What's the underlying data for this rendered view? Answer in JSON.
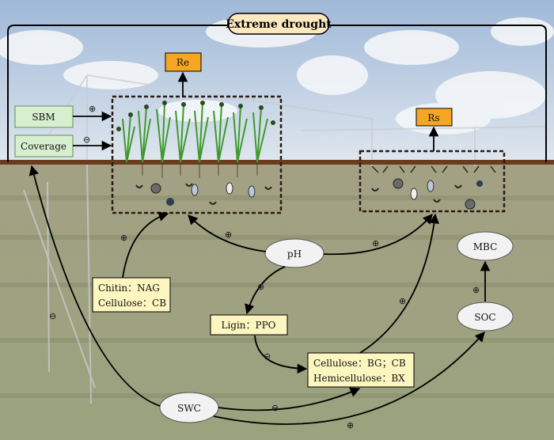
{
  "title": "Extreme drought",
  "boxes": {
    "re": "Re",
    "rs": "Rs",
    "sbm": "SBM",
    "coverage": "Coverage",
    "chitin_cellulose": [
      "Chitin：NAG",
      "Cellulose：CB"
    ],
    "ligin": "Ligin：PPO",
    "cellulose_hemi": [
      "Cellulose：BG；CB",
      "Hemicellulose：BX"
    ],
    "mbc": "MBC",
    "soc": "SOC",
    "ph": "pH",
    "swc": "SWC"
  },
  "signs": {
    "plus": "⊕",
    "minus": "⊖"
  },
  "colors": {
    "orange_box": "#f5a623",
    "green_box": "#d8efcf",
    "yellow_box": "#fdf6c0",
    "ellipse_fill": "#f2f2f2",
    "sky": "#aec4dd",
    "field": "#8f9674"
  }
}
